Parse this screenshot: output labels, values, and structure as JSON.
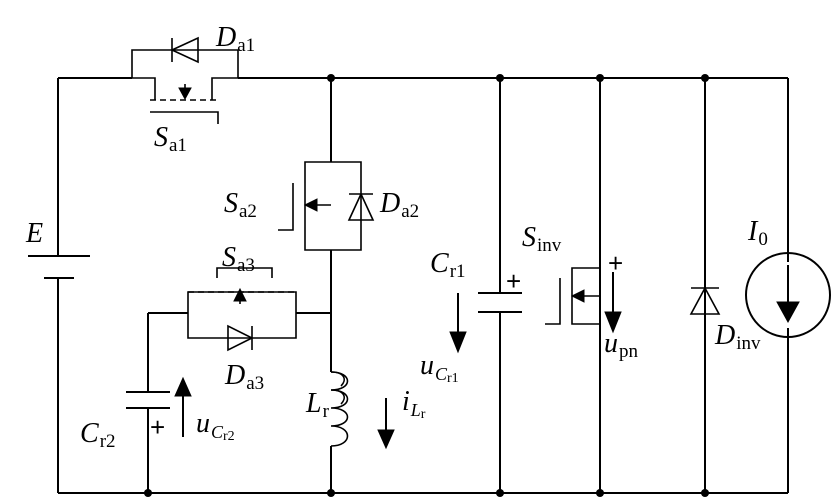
{
  "labels": {
    "da1": {
      "main": "D",
      "sub": "a1"
    },
    "sa1": {
      "main": "S",
      "sub": "a1"
    },
    "sa2": {
      "main": "S",
      "sub": "a2"
    },
    "da2": {
      "main": "D",
      "sub": "a2"
    },
    "sa3": {
      "main": "S",
      "sub": "a3"
    },
    "da3": {
      "main": "D",
      "sub": "a3"
    },
    "e": {
      "main": "E"
    },
    "cr2": {
      "main": "C",
      "sub": "r2"
    },
    "ucr2": {
      "main": "u",
      "sub": "C",
      "sub2": "r2"
    },
    "lr": {
      "main": "L",
      "sub": "r"
    },
    "ilr": {
      "main": "i",
      "sub": "L",
      "sub2": "r"
    },
    "cr1": {
      "main": "C",
      "sub": "r1"
    },
    "ucr1": {
      "main": "u",
      "sub": "C",
      "sub2": "r1"
    },
    "sinv": {
      "main": "S",
      "sub": "inv"
    },
    "upn": {
      "main": "u",
      "sub": "pn"
    },
    "dinv": {
      "main": "D",
      "sub": "inv"
    },
    "i0": {
      "main": "I",
      "sub": "0"
    }
  },
  "polarity": {
    "plus": "+"
  }
}
